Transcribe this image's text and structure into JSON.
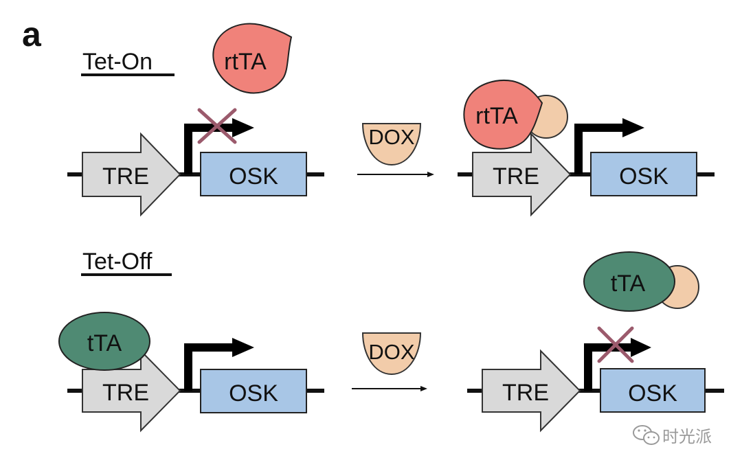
{
  "panel_letter": "a",
  "colors": {
    "tre_fill": "#d9d9d9",
    "osk_fill": "#a8c6e6",
    "rtta_fill": "#f0827a",
    "tta_fill": "#4f8a73",
    "dox_fill": "#f2ccaa",
    "inhibit_cross": "#9b5a6c",
    "dna_line": "#111111"
  },
  "tet_on": {
    "title": "Tet-On",
    "activator": "rtTA",
    "drug": "DOX",
    "promoter": "TRE",
    "gene": "OSK",
    "before_state": "inactive",
    "after_state": "active"
  },
  "tet_off": {
    "title": "Tet-Off",
    "activator": "tTA",
    "drug": "DOX",
    "promoter": "TRE",
    "gene": "OSK",
    "before_state": "active",
    "after_state": "inactive"
  },
  "watermark": {
    "icon": "wechat-icon",
    "text": "时光派"
  }
}
